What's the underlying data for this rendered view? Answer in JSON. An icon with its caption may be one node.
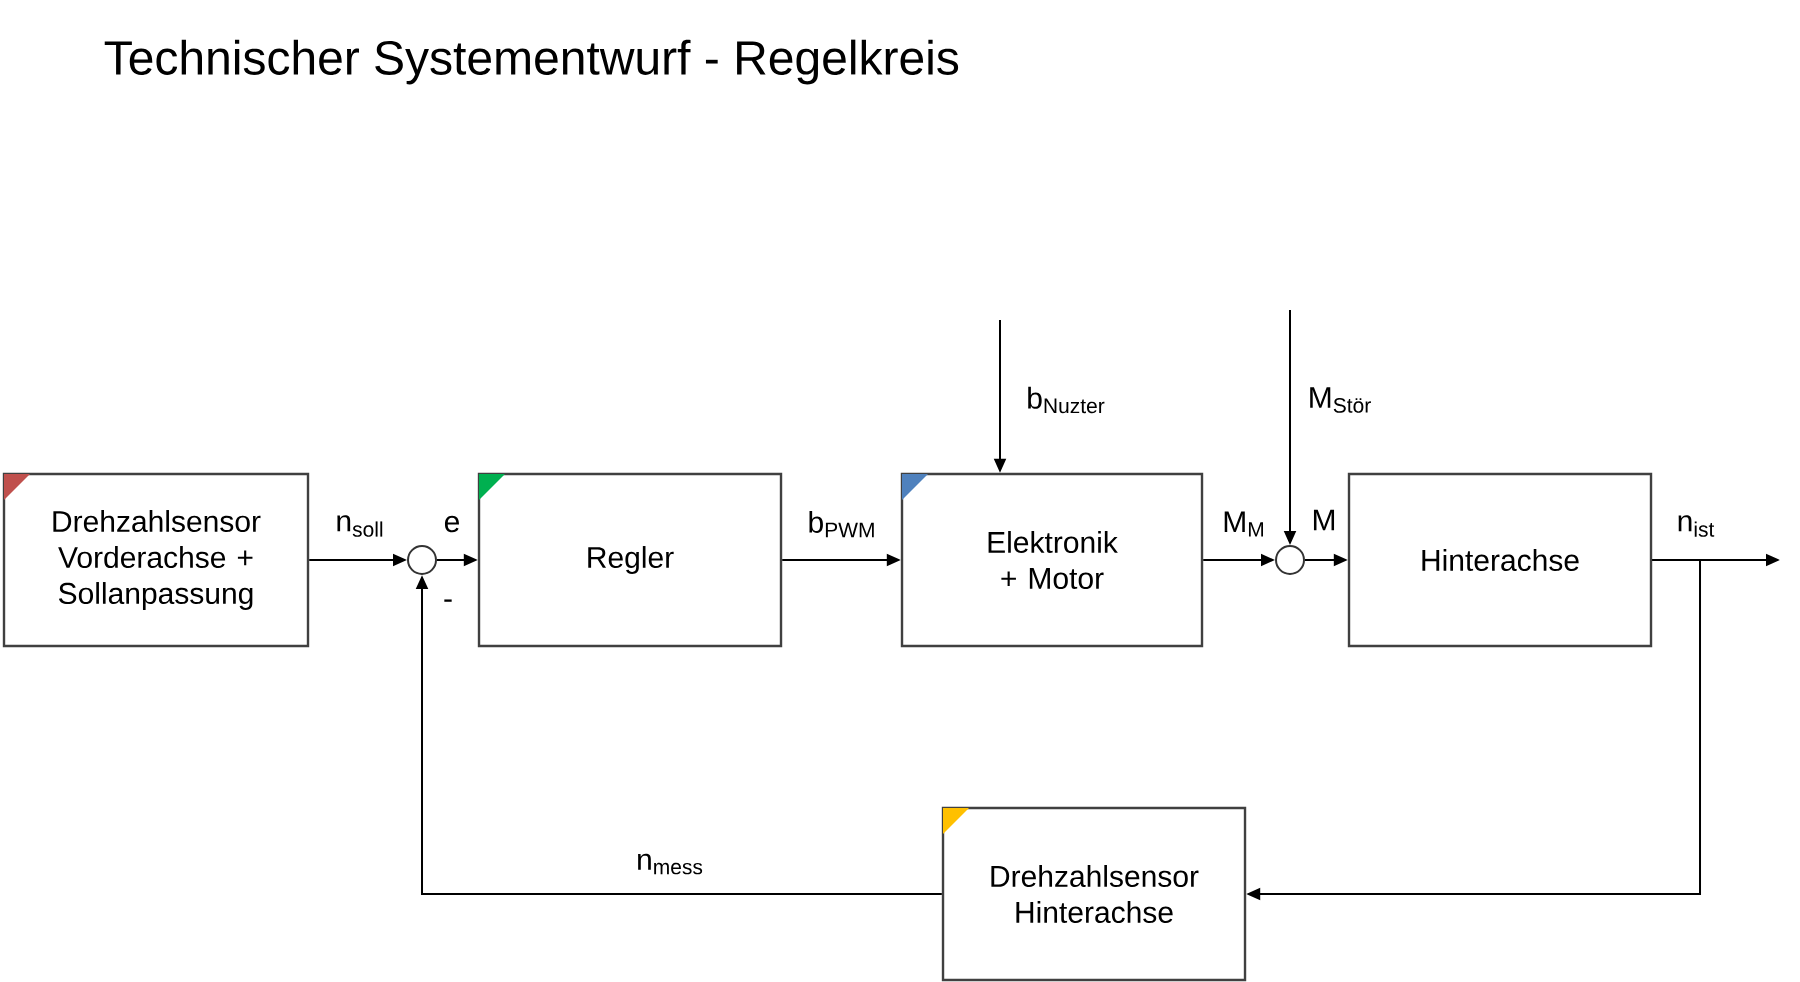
{
  "diagram": {
    "title": "Technischer Systementwurf - Regelkreis",
    "nodes": [
      {
        "text": [
          "Drehzahlsensor Vorderachse + Sollanpassung"
        ]
      },
      {
        "text": [],
        "shape": "circle"
      },
      {
        "text": [
          "Regler"
        ]
      },
      {
        "text": [
          "Elektronik + Motor"
        ]
      },
      {
        "text": [],
        "shape": "circle"
      },
      {
        "text": [
          "Hinterachse"
        ]
      },
      {
        "text": [
          "Drehzahlsensor Hinterachse"
        ]
      }
    ],
    "edges": [
      {
        "from": 0,
        "to": 1,
        "arrow": "to",
        "label": "n$_{soll}$"
      },
      {
        "from": 1,
        "to": 2,
        "arrow": "to",
        "label": "e"
      },
      {
        "from": 2,
        "to": 3,
        "arrow": "to",
        "label": "b$_{PWM}$"
      },
      {
        "from": null,
        "to": 3,
        "arrow": "to",
        "label": "b$_{Nuzter}$"
      },
      {
        "from": 3,
        "to": 4,
        "arrow": "to",
        "label": "M$_{M}$"
      },
      {
        "from": null,
        "to": 4,
        "arrow": "to",
        "label": "M$_{Stör}$"
      },
      {
        "from": 4,
        "to": 5,
        "arrow": "to",
        "label": "M"
      },
      {
        "from": 5,
        "to": null,
        "arrow": "to",
        "label": "n$_{ist}$"
      },
      {
        "from": 5,
        "to": 6,
        "arrow": "to"
      },
      {
        "from": 6,
        "to": 1,
        "arrow": "to",
        "label": "n$_{mess}$"
      }
    ],
    "labels": [
      "-"
    ]
  }
}
